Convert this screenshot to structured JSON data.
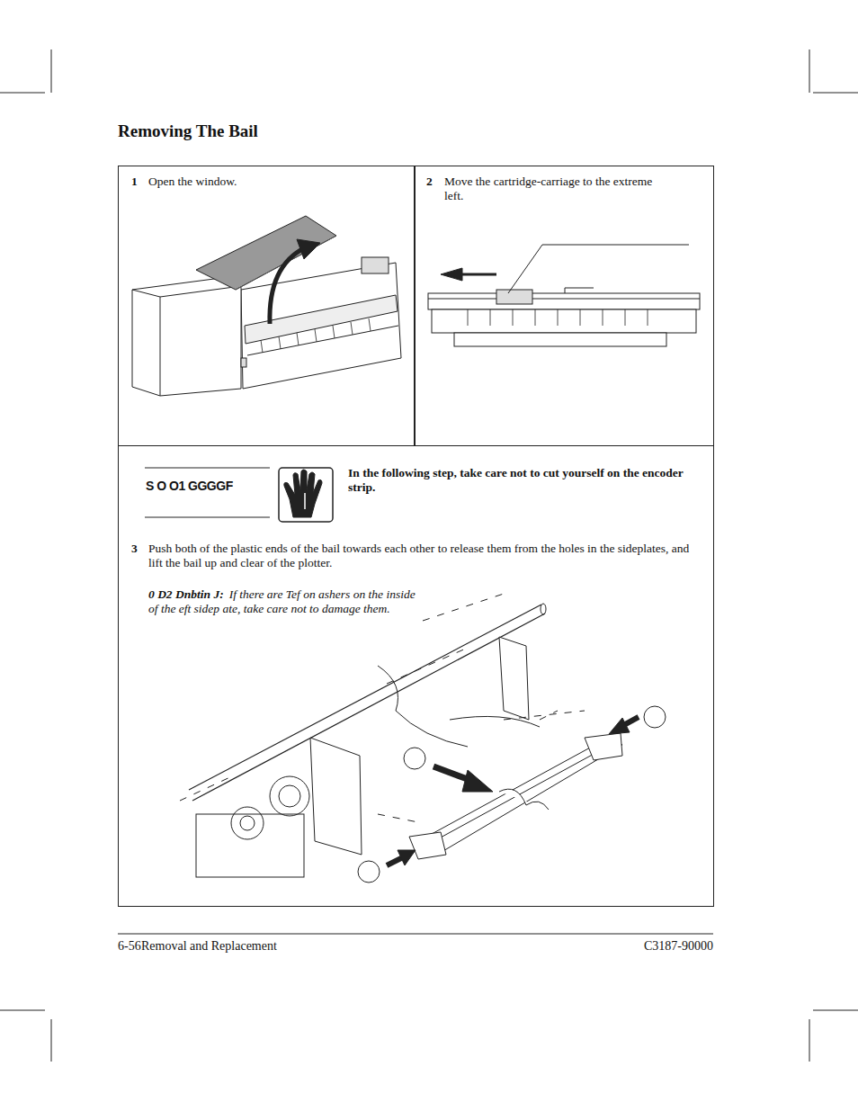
{
  "diagram": {
    "title": "Removing The Bail",
    "nodes": [
      {
        "text": [
          "1",
          "Open the window."
        ]
      },
      {
        "text": [
          "2",
          "Move the cartridge-carriage to the extreme left."
        ]
      },
      {
        "text": [
          "S O O1 GGGGF",
          "In the following step, take care not to cut yourself on the encoder strip.",
          "3",
          "Push both of the plastic ends of the bail towards each other to release them from the holes in the sideplates, and lift the bail up and clear of the plotter.",
          "0 D2 Dnbtin J:",
          "If there are Tef on ashers on the inside of the eft sidep ate, take care not to damage them."
        ]
      }
    ],
    "labels": [
      "6-56",
      "Removal and Replacement",
      "C3187-90000"
    ]
  }
}
